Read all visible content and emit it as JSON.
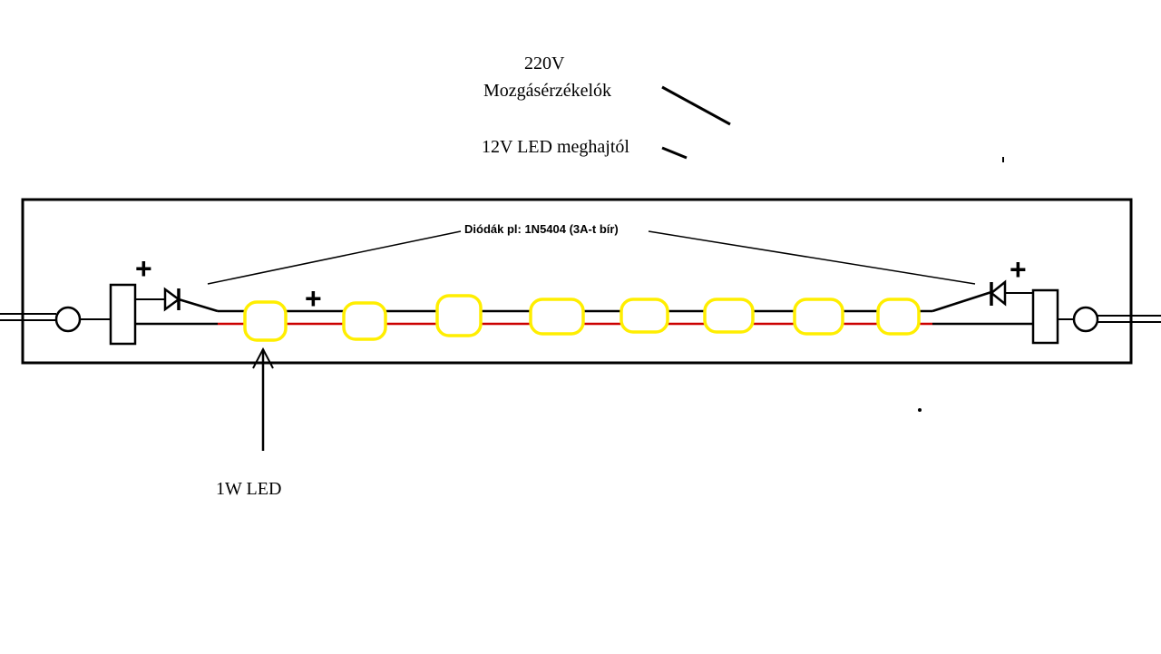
{
  "labels": {
    "voltage_220": "220V",
    "motion_sensors": "Mozgásérzékelók",
    "led_driver": "12V LED meghajtól",
    "diodes": "Diódák  pl: 1N5404 (3A-t bír)",
    "led_1w": "1W LED"
  },
  "symbols": {
    "plus": "+"
  },
  "colors": {
    "wire_positive": "#000000",
    "wire_negative": "#cc0000",
    "led_outline": "#ffee00",
    "frame": "#000000"
  },
  "led_count": 8
}
